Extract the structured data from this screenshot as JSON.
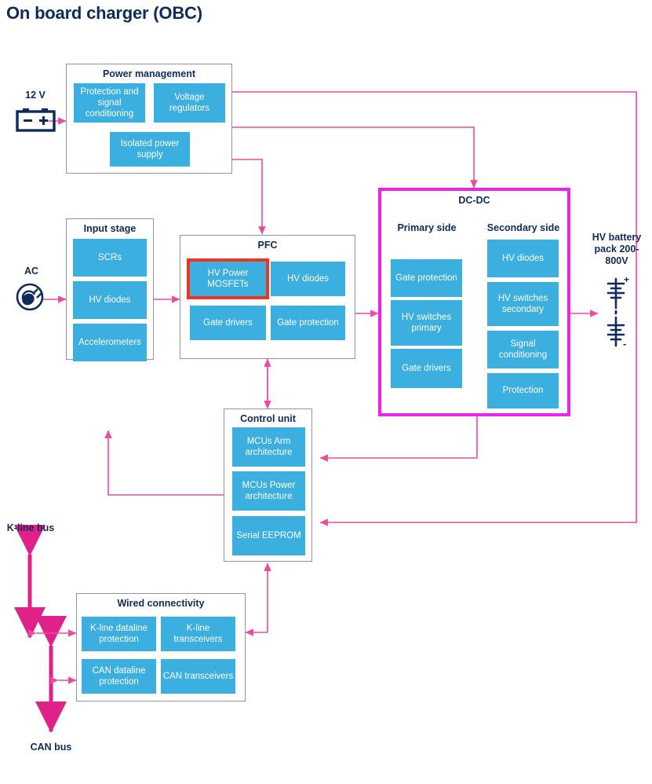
{
  "title": "On board charger (OBC)",
  "colors": {
    "block_blue": "#3bafdf",
    "title_navy": "#0f2b5b",
    "group_border": "#8c96a5",
    "wire_pink": "#ee4a9b",
    "bus_pink": "#e0218a",
    "highlight_magenta": "#ee22ee",
    "highlight_red": "#f5321e"
  },
  "groups": {
    "power_management": {
      "title": "Power management",
      "blocks": [
        "Protection and signal conditioning",
        "Voltage regulators",
        "Isolated power supply"
      ]
    },
    "input_stage": {
      "title": "Input stage",
      "blocks": [
        "SCRs",
        "HV diodes",
        "Accelerometers"
      ]
    },
    "pfc": {
      "title": "PFC",
      "blocks": [
        "HV Power MOSFETs",
        "HV diodes",
        "Gate drivers",
        "Gate protection"
      ]
    },
    "dcdc": {
      "title": "DC-DC",
      "primary_title": "Primary side",
      "secondary_title": "Secondary side",
      "primary_blocks": [
        "Gate protection",
        "HV switches primary",
        "Gate drivers"
      ],
      "secondary_blocks": [
        "HV diodes",
        "HV switches secondary",
        "Signal conditioning",
        "Protection"
      ]
    },
    "control_unit": {
      "title": "Control unit",
      "blocks": [
        "MCUs Arm architecture",
        "MCUs Power architecture",
        "Serial EEPROM"
      ]
    },
    "wired_connectivity": {
      "title": "Wired connectivity",
      "blocks": [
        "K-line dataline protection",
        "K-line transceivers",
        "CAN dataline protection",
        "CAN transceivers"
      ]
    }
  },
  "labels": {
    "battery_12v": "12 V",
    "ac": "AC",
    "hv_battery": "HV battery pack 200-800V",
    "kline_bus": "K-line bus",
    "can_bus": "CAN bus"
  },
  "icons": {
    "battery": "battery-12v-icon",
    "ac_plug": "ac-plug-icon",
    "hv_battery_cells": "hv-battery-cells-icon"
  }
}
